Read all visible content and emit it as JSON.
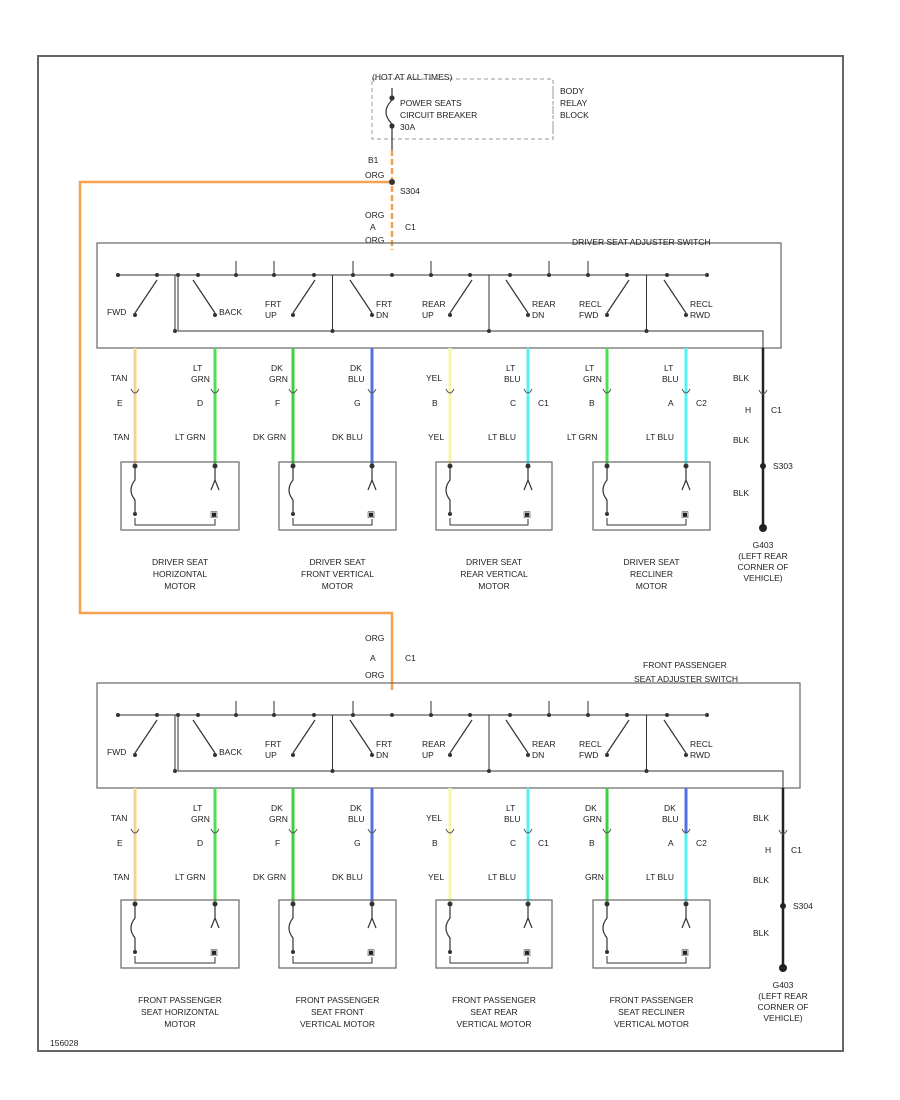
{
  "fuse_block": {
    "header": "(HOT AT ALL TIMES)",
    "breaker_lines": [
      "POWER SEATS",
      "CIRCUIT BREAKER",
      "30A"
    ],
    "block_lines": [
      "BODY",
      "RELAY",
      "BLOCK"
    ]
  },
  "feed": {
    "terminal": "B1",
    "wire": "ORG",
    "splice": "S304",
    "connector_wire": "ORG",
    "connector_pin": "A",
    "connector": "C1",
    "switch_wire": "ORG"
  },
  "driver_switch": {
    "title": "DRIVER SEAT ADJUSTER SWITCH",
    "contacts": [
      "FWD",
      "BACK",
      "FRT UP",
      "FRT DN",
      "REAR UP",
      "REAR DN",
      "RECL FWD",
      "RECL RWD"
    ]
  },
  "driver_wires": [
    {
      "upper": "TAN",
      "pin": "E",
      "lower": "TAN",
      "conn": ""
    },
    {
      "upper": "LT GRN",
      "pin": "D",
      "lower": "LT GRN",
      "conn": ""
    },
    {
      "upper": "DK GRN",
      "pin": "F",
      "lower": "DK GRN",
      "conn": ""
    },
    {
      "upper": "DK BLU",
      "pin": "G",
      "lower": "DK BLU",
      "conn": ""
    },
    {
      "upper": "YEL",
      "pin": "B",
      "lower": "YEL",
      "conn": ""
    },
    {
      "upper": "LT BLU",
      "pin": "C",
      "lower": "LT BLU",
      "conn": "C1"
    },
    {
      "upper": "LT GRN",
      "pin": "B",
      "lower": "LT GRN",
      "conn": ""
    },
    {
      "upper": "LT BLU",
      "pin": "A",
      "lower": "LT BLU",
      "conn": "C2"
    }
  ],
  "driver_ground": {
    "upper": "BLK",
    "pin": "H",
    "conn": "C1",
    "mid": "BLK",
    "splice": "S303",
    "lower": "BLK",
    "label_lines": [
      "G403",
      "(LEFT REAR",
      "CORNER OF",
      "VEHICLE)"
    ]
  },
  "driver_motors": [
    [
      "DRIVER SEAT",
      "HORIZONTAL",
      "MOTOR"
    ],
    [
      "DRIVER SEAT",
      "FRONT VERTICAL",
      "MOTOR"
    ],
    [
      "DRIVER SEAT",
      "REAR VERTICAL",
      "MOTOR"
    ],
    [
      "DRIVER SEAT",
      "RECLINER",
      "MOTOR"
    ]
  ],
  "passenger_feed": {
    "wire": "ORG",
    "pin": "A",
    "connector": "C1",
    "switch_wire": "ORG"
  },
  "passenger_switch": {
    "title_lines": [
      "FRONT PASSENGER",
      "SEAT ADJUSTER SWITCH"
    ],
    "contacts": [
      "FWD",
      "BACK",
      "FRT UP",
      "FRT DN",
      "REAR UP",
      "REAR DN",
      "RECL FWD",
      "RECL RWD"
    ]
  },
  "passenger_wires": [
    {
      "upper": "TAN",
      "pin": "E",
      "lower": "TAN",
      "conn": ""
    },
    {
      "upper": "LT GRN",
      "pin": "D",
      "lower": "LT GRN",
      "conn": ""
    },
    {
      "upper": "DK GRN",
      "pin": "F",
      "lower": "DK GRN",
      "conn": ""
    },
    {
      "upper": "DK BLU",
      "pin": "G",
      "lower": "DK BLU",
      "conn": ""
    },
    {
      "upper": "YEL",
      "pin": "B",
      "lower": "YEL",
      "conn": ""
    },
    {
      "upper": "LT BLU",
      "pin": "C",
      "lower": "LT BLU",
      "conn": "C1"
    },
    {
      "upper": "DK GRN",
      "pin": "B",
      "lower": "GRN",
      "conn": ""
    },
    {
      "upper": "DK BLU",
      "pin": "A",
      "lower": "LT BLU",
      "conn": "C2"
    }
  ],
  "passenger_ground": {
    "upper": "BLK",
    "pin": "H",
    "conn": "C1",
    "mid": "BLK",
    "splice": "S304",
    "lower": "BLK",
    "label_lines": [
      "G403",
      "(LEFT REAR",
      "CORNER OF",
      "VEHICLE)"
    ]
  },
  "passenger_motors": [
    [
      "FRONT PASSENGER",
      "SEAT HORIZONTAL",
      "MOTOR"
    ],
    [
      "FRONT PASSENGER",
      "SEAT FRONT",
      "VERTICAL MOTOR"
    ],
    [
      "FRONT PASSENGER",
      "SEAT REAR",
      "VERTICAL MOTOR"
    ],
    [
      "FRONT PASSENGER",
      "SEAT RECLINER",
      "VERTICAL MOTOR"
    ]
  ],
  "footer_code": "156028",
  "colors": {
    "TAN": "#f3d590",
    "LT GRN": "#4fe04f",
    "DK GRN": "#3fcf3f",
    "GRN": "#3fcf3f",
    "DK BLU": "#5570e0",
    "YEL": "#f6f6a0",
    "LT BLU": "#55f0f0",
    "BLK": "#222222",
    "ORG": "#f6a050"
  }
}
